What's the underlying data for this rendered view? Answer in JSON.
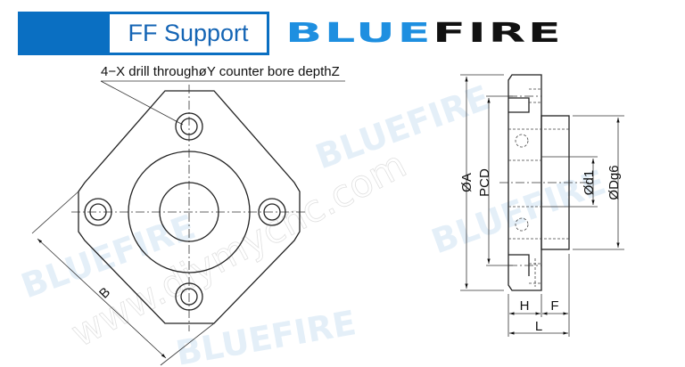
{
  "header": {
    "title": "FF Support",
    "logo_blue": "BLUE",
    "logo_black": "FIRE",
    "accent_color": "#0a6fc2"
  },
  "drawing": {
    "hole_note": "4−X drill throughøY counter bore depthZ",
    "front_view": {
      "dim_b": "B"
    },
    "side_view": {
      "dim_a": "ØA",
      "dim_pcd": "PCD",
      "dim_d1": "Ød1",
      "dim_dg6": "ØDg6",
      "dim_h": "H",
      "dim_f": "F",
      "dim_l": "L"
    }
  },
  "watermark": {
    "brand": "BLUEFIRE",
    "site": "www.diymycnc.com"
  }
}
